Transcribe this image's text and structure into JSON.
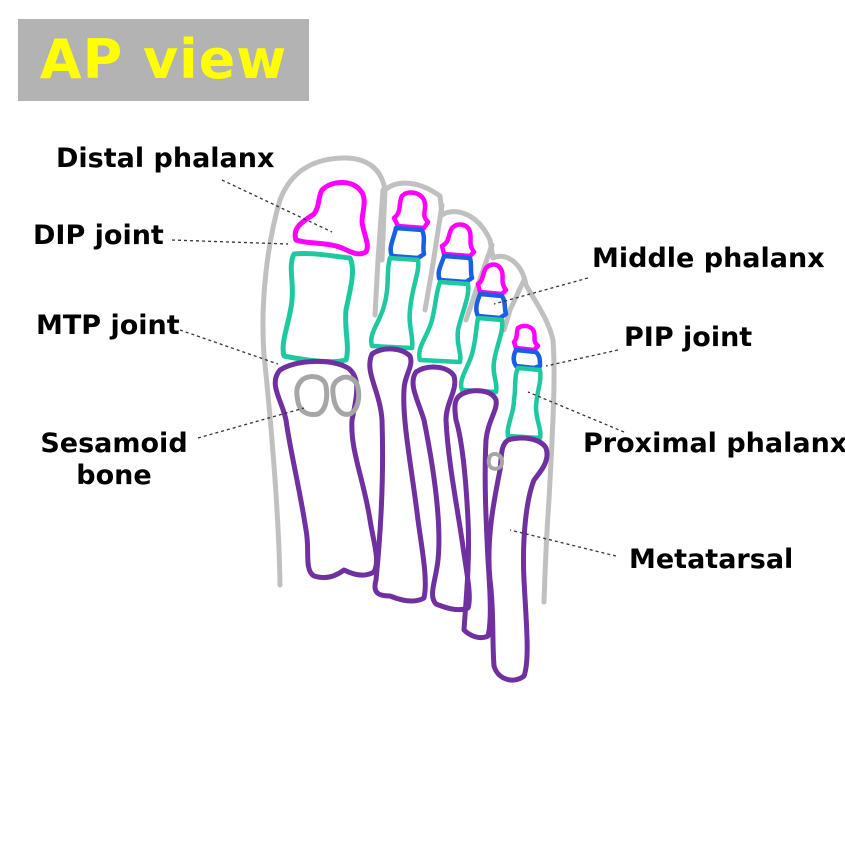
{
  "title": "AP view",
  "colors": {
    "title_bg": "#b3b3b3",
    "title_text": "#ffff00",
    "skin_outline": "#c0c0c0",
    "distal_phalanx": "#ff00ff",
    "middle_phalanx": "#1a5fe0",
    "proximal_phalanx": "#1fc9a0",
    "metatarsal": "#7030a0",
    "sesamoid": "#a6a6a6"
  },
  "labels": {
    "distal_phalanx": "Distal phalanx",
    "dip_joint": "DIP joint",
    "mtp_joint": "MTP joint",
    "sesamoid_line1": "Sesamoid",
    "sesamoid_line2": "bone",
    "middle_phalanx": "Middle phalanx",
    "pip_joint": "PIP joint",
    "proximal_phalanx": "Proximal phalanx",
    "metatarsal": "Metatarsal"
  }
}
